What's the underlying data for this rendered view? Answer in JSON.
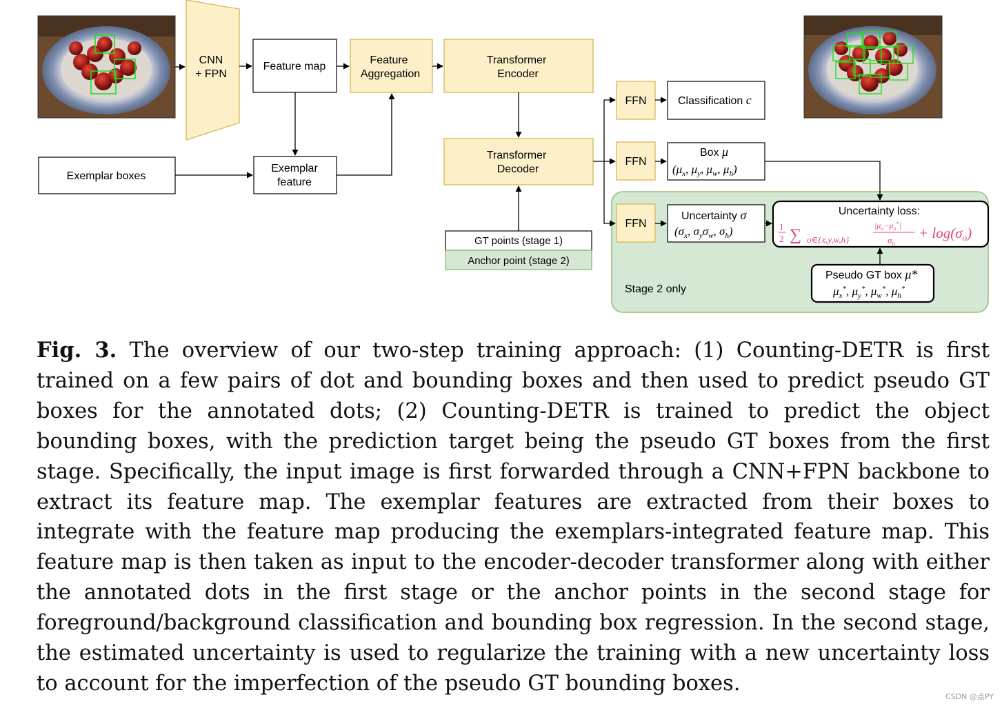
{
  "colors": {
    "yellow_fill": "#fdf0c9",
    "yellow_stroke": "#d7b655",
    "green_fill": "#d5e8d4",
    "green_stroke": "#82b366",
    "pink_text": "#e0447e",
    "detection_box": "#22dd22"
  },
  "diagram": {
    "backbone": {
      "line1": "CNN",
      "line2": "+ FPN"
    },
    "feature_map": "Feature map",
    "feature_aggregation": {
      "line1": "Feature",
      "line2": "Aggregation"
    },
    "transformer_encoder": {
      "line1": "Transformer",
      "line2": "Encoder"
    },
    "transformer_decoder": {
      "line1": "Transformer",
      "line2": "Decoder"
    },
    "exemplar_boxes": "Exemplar boxes",
    "exemplar_feature": {
      "line1": "Exemplar",
      "line2": "feature"
    },
    "gt_points": "GT points (stage 1)",
    "anchor_point": "Anchor point (stage 2)",
    "ffn": "FFN",
    "classification": {
      "text": "Classification ",
      "symbol": "c"
    },
    "box": {
      "text": "Box ",
      "symbol": "μ",
      "vars": "(μ_x, μ_y, μ_w, μ_h)"
    },
    "uncertainty": {
      "text": "Uncertainty ",
      "symbol": "σ",
      "vars": "(σ_x, σ_y σ_w, σ_h)"
    },
    "uncertainty_loss": {
      "title": "Uncertainty loss:",
      "formula": "½ Σ_{o∈{x,y,w,h}} |μ_o−μ_o*| / σ_o + log(σ_o)"
    },
    "pseudo_gt": {
      "text": "Pseudo GT box ",
      "symbol": "μ*",
      "vars": "μ_x*, μ_y*, μ_w*, μ_h*"
    },
    "stage2_label": "Stage 2 only"
  },
  "caption": {
    "label": "Fig. 3.",
    "text": "The overview of our two-step training approach: (1) Counting-DETR is first trained on a few pairs of dot and bounding boxes and then used to predict pseudo GT boxes for the annotated dots; (2) Counting-DETR is trained to predict the object bounding boxes, with the prediction target being the pseudo GT boxes from the first stage. Specifically, the input image is first forwarded through a CNN+FPN backbone to extract its feature map. The exemplar features are extracted from their boxes to integrate with the feature map producing the exemplars-integrated feature map. This feature map is then taken as input to the encoder-decoder transformer along with either the annotated dots in the first stage or the anchor points in the second stage for foreground/background classification and bounding box regression. In the second stage, the estimated uncertainty is used to regularize the training with a new uncertainty loss to account for the imperfection of the pseudo GT bounding boxes."
  },
  "watermark": "CSDN @点PY"
}
